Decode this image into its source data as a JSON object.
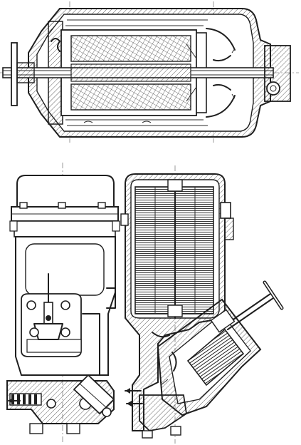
{
  "drawing": {
    "views": [
      {
        "id": "filter-longitudinal-section",
        "element_type": "filter-body"
      },
      {
        "id": "filter-side-elevation",
        "element_type": "filter-body"
      },
      {
        "id": "filter-cross-section",
        "element_type": "plate-filter-pack"
      }
    ],
    "colors": {
      "ink": "#1f1f1f",
      "paper": "#ffffff",
      "hatch": "#3a3a3a"
    }
  }
}
